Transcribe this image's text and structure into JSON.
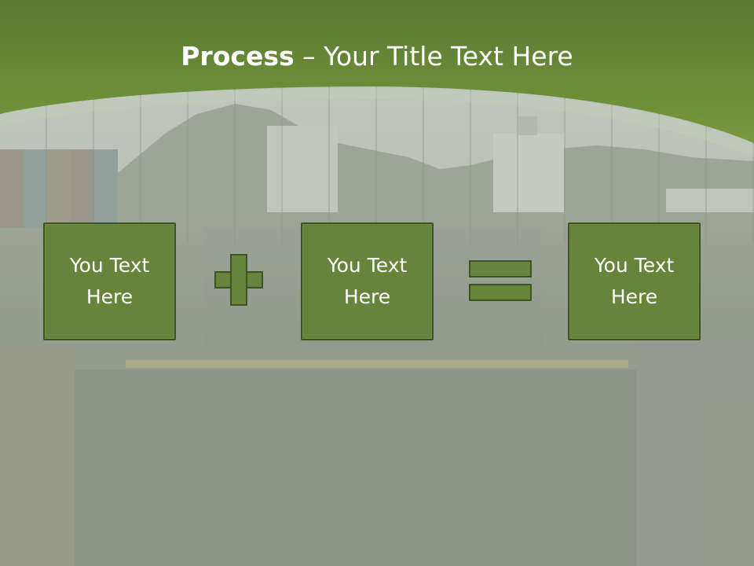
{
  "slide": {
    "title_bold": "Process",
    "title_rest": " – Your Title Text Here"
  },
  "boxes": [
    {
      "text": "You Text Here"
    },
    {
      "text": "You Text Here"
    },
    {
      "text": "You Text Here"
    }
  ],
  "operators": {
    "first": "plus-icon",
    "second": "equals-icon"
  },
  "colors": {
    "header_green": "#5b7a2e",
    "box_fill": "#66843a",
    "box_border": "#3f5225",
    "title_text": "#ffffff"
  }
}
